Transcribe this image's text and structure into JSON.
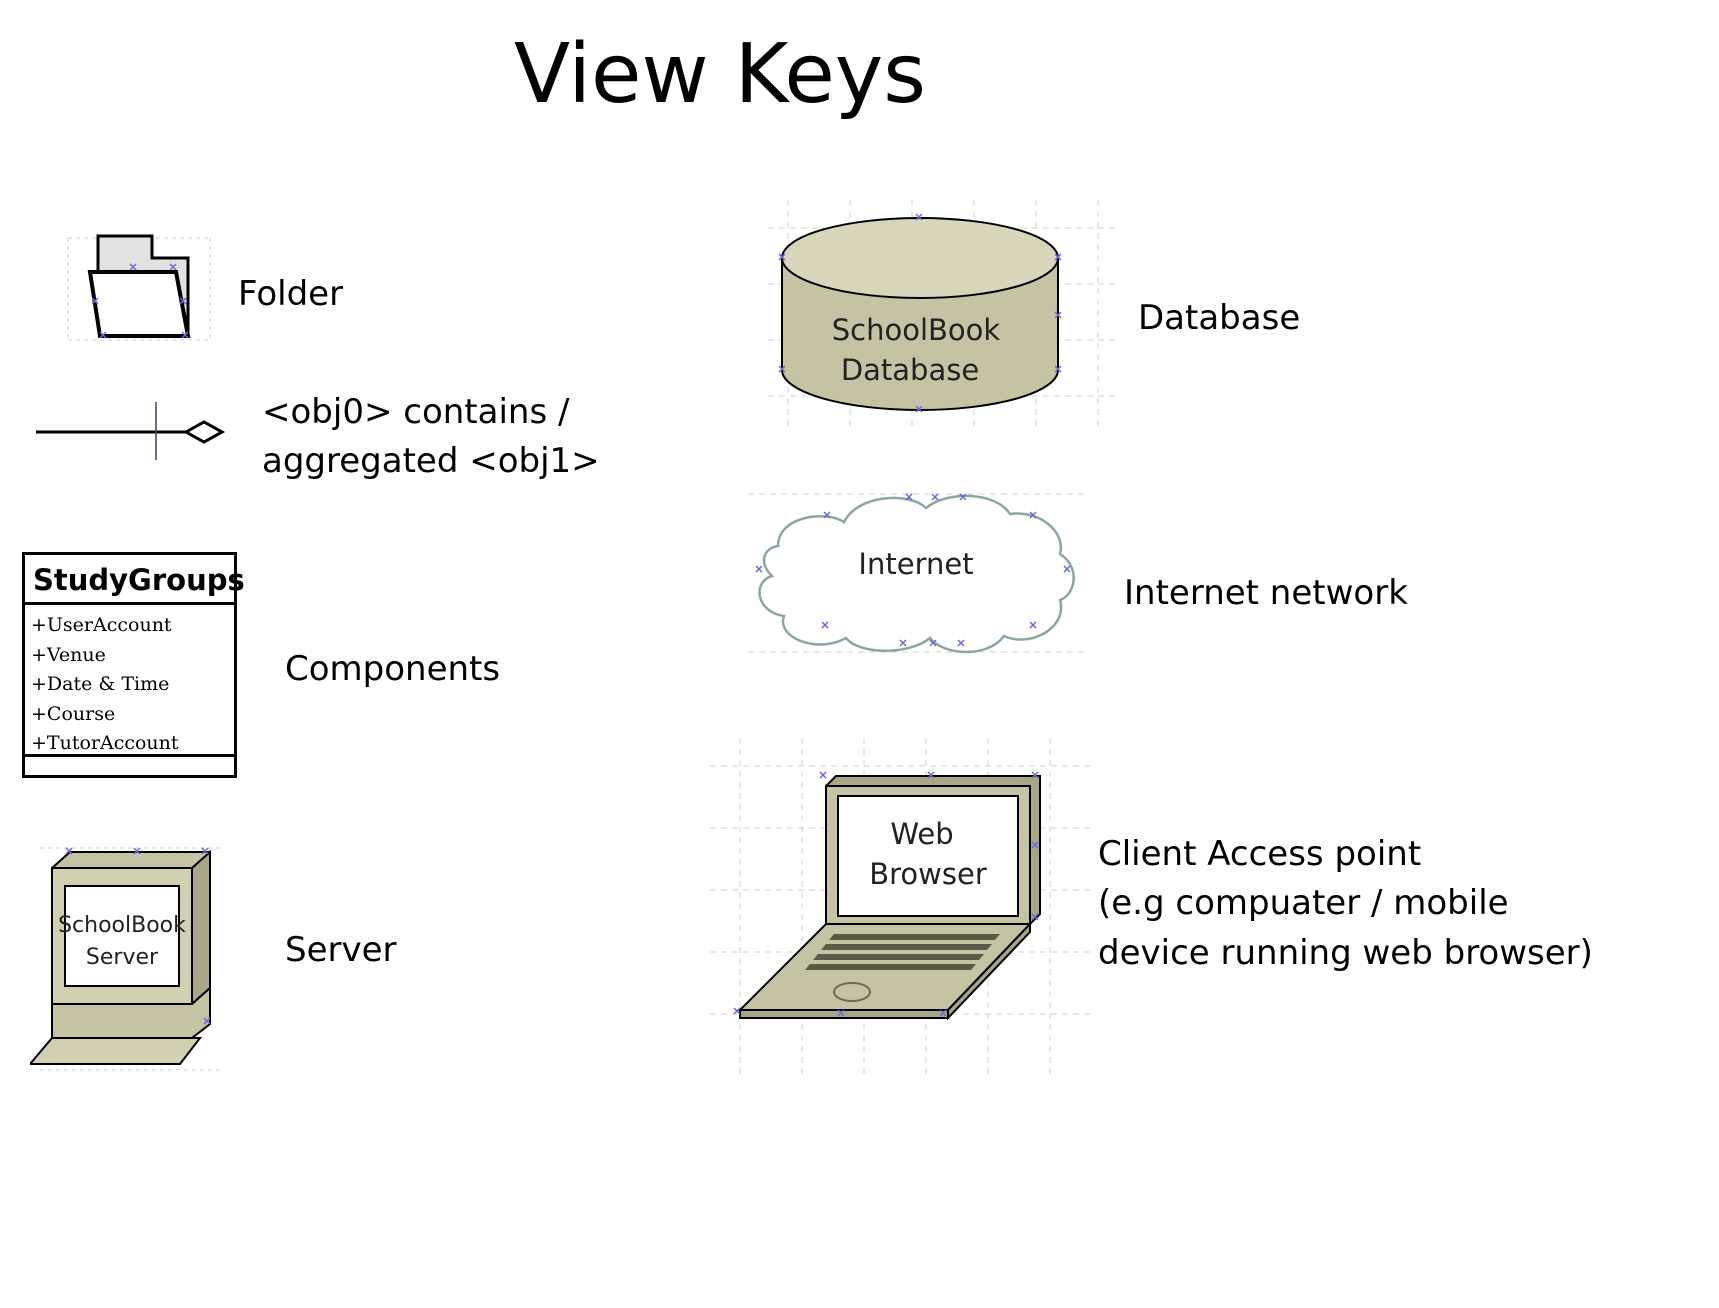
{
  "title": "View Keys",
  "legend": [
    {
      "key": "folder",
      "label": "Folder"
    },
    {
      "key": "aggregation",
      "label_lines": [
        "<obj0> contains /",
        "aggregated <obj1>"
      ]
    },
    {
      "key": "component",
      "label": "Components"
    },
    {
      "key": "server",
      "label": "Server"
    },
    {
      "key": "database",
      "label": "Database"
    },
    {
      "key": "internet",
      "label": "Internet network"
    },
    {
      "key": "client",
      "label_lines": [
        "Client Access point",
        "(e.g compuater / mobile",
        "device running web browser)"
      ]
    }
  ],
  "component_class": {
    "name": "StudyGroups",
    "attributes": [
      "+UserAccount",
      "+Venue",
      "+Date & Time",
      "+Course",
      "+TutorAccount"
    ]
  },
  "server_icon": {
    "screen_lines": [
      "SchoolBook",
      "Server"
    ]
  },
  "database_icon": {
    "lines": [
      "SchoolBook",
      "Database"
    ]
  },
  "internet_icon": {
    "text": "Internet"
  },
  "client_icon": {
    "screen_lines": [
      "Web",
      "Browser"
    ]
  },
  "colors": {
    "selection_handle": "#6a6adb",
    "grid": "#c8c8c8",
    "olive_fill": "#c6c3a4",
    "olive_light": "#d8d5bb",
    "cloud_stroke": "#8aa8a0"
  }
}
